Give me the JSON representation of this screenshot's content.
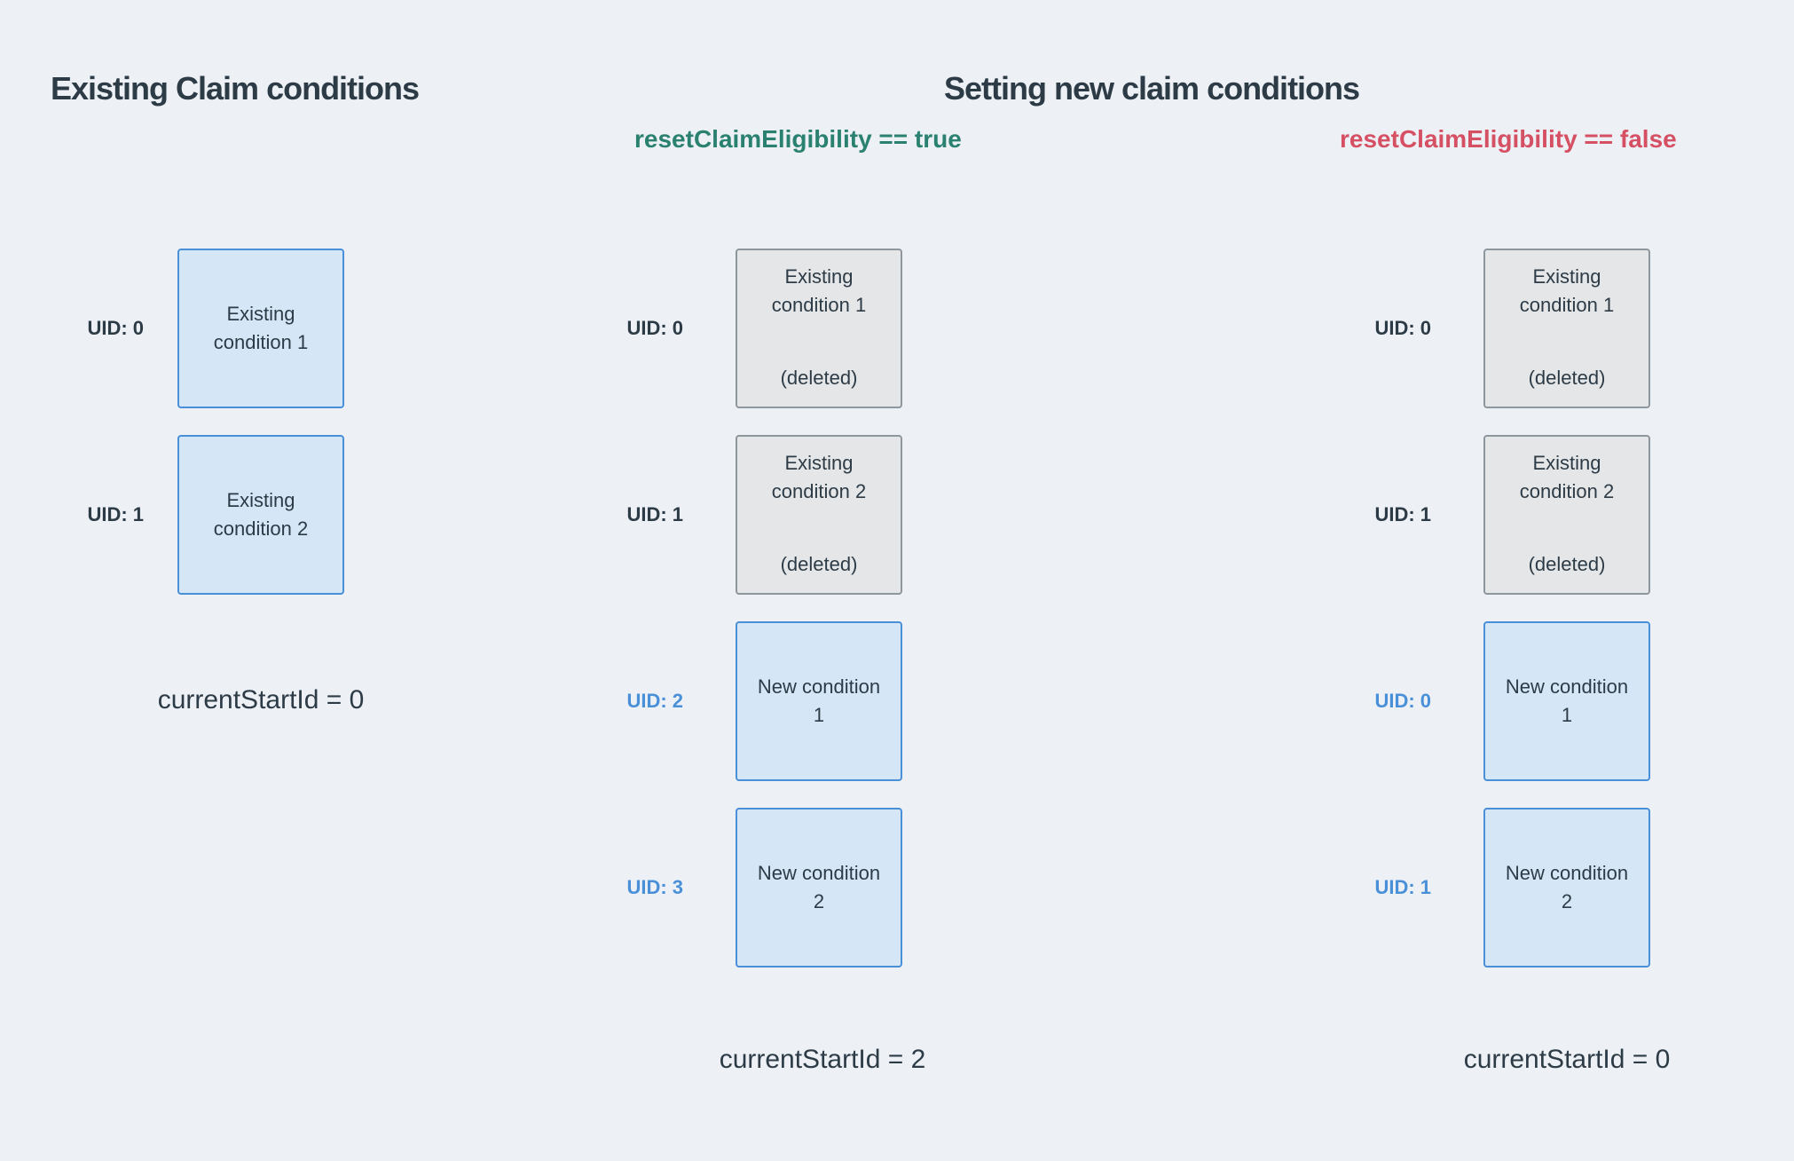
{
  "headers": {
    "existing": "Existing Claim conditions",
    "setting": "Setting new claim conditions"
  },
  "branches": {
    "true_case": {
      "label": "resetClaimEligibility == true",
      "color": "#2a8170"
    },
    "false_case": {
      "label": "resetClaimEligibility == false",
      "color": "#d65064"
    }
  },
  "colors": {
    "background": "#edf1f6",
    "text_dark": "#2d3b46",
    "uid_blue": "#4a90d9",
    "green": "#2a8170",
    "red": "#d65064",
    "box_blue_fill": "#d5e6f7",
    "box_blue_border": "#4a90d9",
    "box_gray_fill": "#e4e6e8",
    "box_gray_border": "#8e979d"
  },
  "columns": {
    "existing": {
      "rows": [
        {
          "uid": "UID: 0",
          "line1": "Existing",
          "line2": "condition 1"
        },
        {
          "uid": "UID: 1",
          "line1": "Existing",
          "line2": "condition 2"
        }
      ],
      "footer": "currentStartId = 0"
    },
    "reset_true": {
      "rows": [
        {
          "uid": "UID: 0",
          "line1": "Existing",
          "line2": "condition 1",
          "note": "(deleted)"
        },
        {
          "uid": "UID: 1",
          "line1": "Existing",
          "line2": "condition 2",
          "note": "(deleted)"
        },
        {
          "uid": "UID: 2",
          "line1": "New condition",
          "line2": "1"
        },
        {
          "uid": "UID: 3",
          "line1": "New condition",
          "line2": "2"
        }
      ],
      "footer": "currentStartId = 2"
    },
    "reset_false": {
      "rows": [
        {
          "uid": "UID: 0",
          "line1": "Existing",
          "line2": "condition 1",
          "note": "(deleted)"
        },
        {
          "uid": "UID: 1",
          "line1": "Existing",
          "line2": "condition 2",
          "note": "(deleted)"
        },
        {
          "uid": "UID: 0",
          "line1": "New condition",
          "line2": "1"
        },
        {
          "uid": "UID: 1",
          "line1": "New condition",
          "line2": "2"
        }
      ],
      "footer": "currentStartId = 0"
    }
  }
}
